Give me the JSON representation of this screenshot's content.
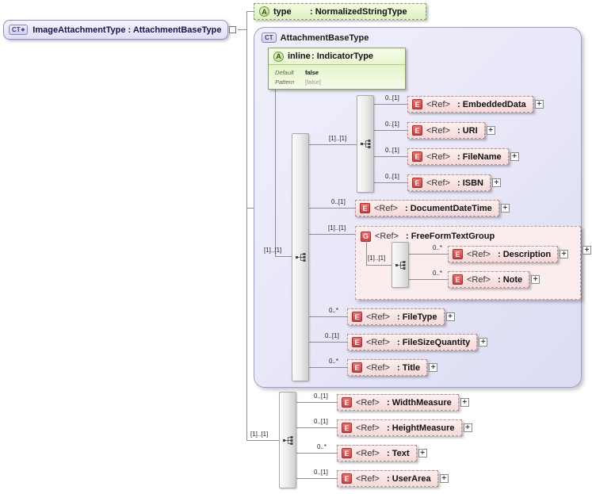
{
  "badges": {
    "complex_type": "CT",
    "attribute": "A",
    "element": "E",
    "group": "G"
  },
  "icons": {
    "expand": "+",
    "diamond": "◆"
  },
  "root": {
    "label": "ImageAttachmentType : AttachmentBaseType"
  },
  "type_attr": {
    "name": "type",
    "type": ": NormalizedStringType"
  },
  "base": {
    "title": "AttachmentBaseType",
    "inline_attr": {
      "name": "inline",
      "type": ": IndicatorType",
      "rows": [
        {
          "label": "Default",
          "value": "false"
        },
        {
          "label": "Pattern",
          "value": "[false]"
        }
      ]
    },
    "seq_card": "[1]..[1]",
    "choice": {
      "card": "[1]..[1]",
      "items": [
        {
          "card": "0..[1]",
          "ref": "<Ref>",
          "name": ": EmbeddedData"
        },
        {
          "card": "0..[1]",
          "ref": "<Ref>",
          "name": ": URI"
        },
        {
          "card": "0..[1]",
          "ref": "<Ref>",
          "name": ": FileName"
        },
        {
          "card": "0..[1]",
          "ref": "<Ref>",
          "name": ": ISBN"
        }
      ]
    },
    "doc": {
      "card": "0..[1]",
      "ref": "<Ref>",
      "name": ": DocumentDateTime"
    },
    "group": {
      "card": "[1]..[1]",
      "ref": "<Ref>",
      "name": ": FreeFormTextGroup",
      "seq_card": "[1]..[1]",
      "items": [
        {
          "card": "0..*",
          "ref": "<Ref>",
          "name": ": Description"
        },
        {
          "card": "0..*",
          "ref": "<Ref>",
          "name": ": Note"
        }
      ]
    },
    "tail": [
      {
        "card": "0..*",
        "ref": "<Ref>",
        "name": ": FileType"
      },
      {
        "card": "0..[1]",
        "ref": "<Ref>",
        "name": ": FileSizeQuantity"
      },
      {
        "card": "0..*",
        "ref": "<Ref>",
        "name": ": Title"
      }
    ]
  },
  "extension": {
    "seq_card": "[1]..[1]",
    "items": [
      {
        "card": "0..[1]",
        "ref": "<Ref>",
        "name": ": WidthMeasure"
      },
      {
        "card": "0..[1]",
        "ref": "<Ref>",
        "name": ": HeightMeasure"
      },
      {
        "card": "0..*",
        "ref": "<Ref>",
        "name": ": Text"
      },
      {
        "card": "0..[1]",
        "ref": "<Ref>",
        "name": ": UserArea"
      }
    ]
  }
}
